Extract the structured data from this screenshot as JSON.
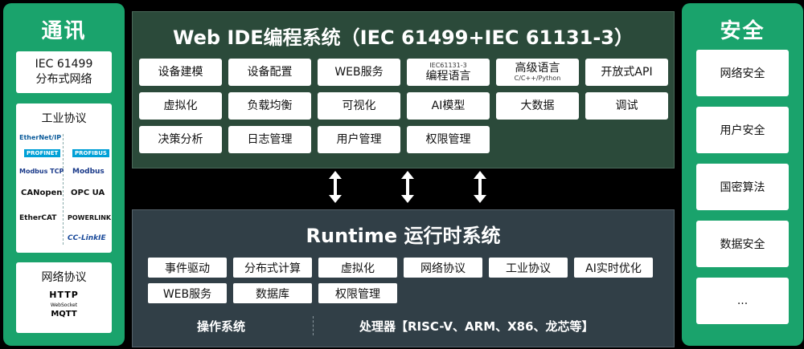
{
  "left_panel": {
    "title": "通讯",
    "iec_box": {
      "line1": "IEC 61499",
      "line2": "分布式网络"
    },
    "industrial": {
      "title": "工业协议",
      "logos": [
        "EtherNet/IP",
        "PROFINET",
        "PROFIBUS",
        "Modbus TCP",
        "Modbus",
        "CANopen",
        "OPC UA",
        "EtherCAT",
        "POWERLINK",
        "CC-LinkIE"
      ]
    },
    "network": {
      "title": "网络协议",
      "items": [
        "HTTP",
        "WebSocket",
        "MQTT"
      ]
    }
  },
  "ide": {
    "title": "Web IDE编程系统（IEC 61499+IEC 61131-3）",
    "cells": [
      {
        "label": "设备建模"
      },
      {
        "label": "设备配置"
      },
      {
        "label": "WEB服务"
      },
      {
        "small_top": "IEC61131-3",
        "label": "编程语言"
      },
      {
        "label": "高级语言",
        "small_bottom": "C/C++/Python"
      },
      {
        "label": "开放式API"
      },
      {
        "label": "虚拟化"
      },
      {
        "label": "负载均衡"
      },
      {
        "label": "可视化"
      },
      {
        "label": "AI模型"
      },
      {
        "label": "大数据"
      },
      {
        "label": "调试"
      },
      {
        "label": "决策分析"
      },
      {
        "label": "日志管理"
      },
      {
        "label": "用户管理"
      },
      {
        "label": "权限管理"
      }
    ]
  },
  "runtime": {
    "title": "Runtime 运行时系统",
    "cells": [
      "事件驱动",
      "分布式计算",
      "虚拟化",
      "网络协议",
      "工业协议",
      "AI实时优化",
      "WEB服务",
      "数据库",
      "权限管理"
    ],
    "os_label": "操作系统",
    "processor_label": "处理器【RISC-V、ARM、X86、龙芯等】"
  },
  "right_panel": {
    "title": "安全",
    "items": [
      "网络安全",
      "用户安全",
      "国密算法",
      "数据安全",
      "..."
    ]
  },
  "colors": {
    "green": "#1aa36c",
    "ide_bg": "#2b4a3a",
    "runtime_bg": "#313f47"
  }
}
